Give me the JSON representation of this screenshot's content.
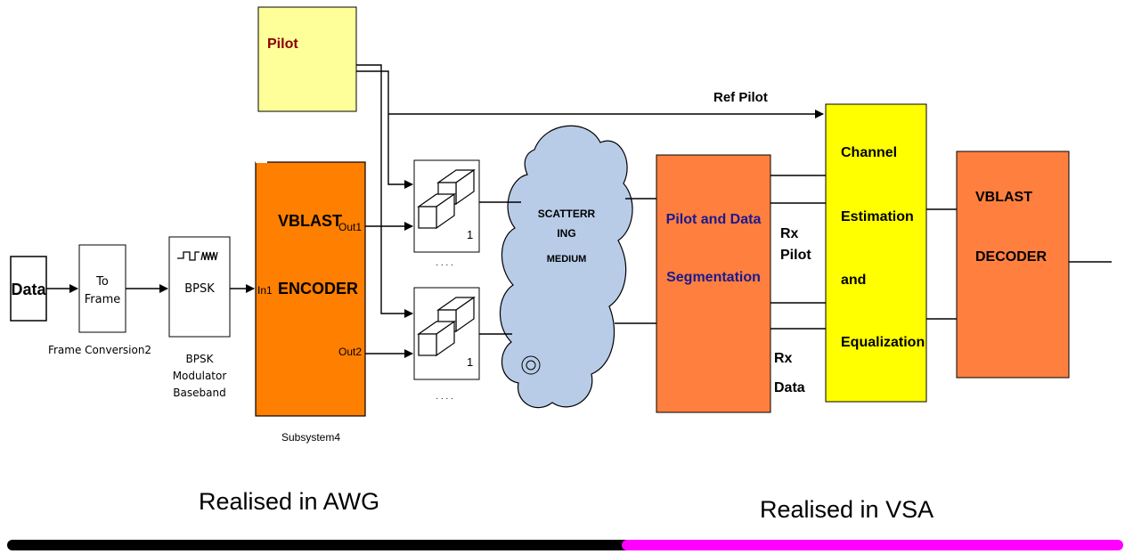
{
  "diagram": {
    "blocks": {
      "data": "Data",
      "to_frame_line1": "To",
      "to_frame_line2": "Frame",
      "to_frame_caption": "Frame Conversion2",
      "bpsk_inner": "BPSK",
      "bpsk_caption_line1": "BPSK",
      "bpsk_caption_line2": "Modulator",
      "bpsk_caption_line3": "Baseband",
      "encoder_title": "VBLAST",
      "encoder_subtitle": "ENCODER",
      "encoder_in1": "In1",
      "encoder_out1": "Out1",
      "encoder_out2": "Out2",
      "encoder_caption": "Subsystem4",
      "pilot": "Pilot",
      "concat_port_top": "1",
      "concat_port_bottom": "1",
      "concat_caption_top": ". . . .",
      "concat_caption_bottom": ". . . .",
      "scatter_line1": "SCATTERR",
      "scatter_line2": "ING",
      "scatter_line3": "MEDIUM",
      "segmentation_line1": "Pilot and Data",
      "segmentation_line2": "Segmentation",
      "rx_pilot_line1": "Rx",
      "rx_pilot_line2": "Pilot",
      "rx_data_line1": "Rx",
      "rx_data_line2": "Data",
      "channel_line1": "Channel",
      "channel_line2": "Estimation",
      "channel_line3": "and",
      "channel_line4": "Equalization",
      "decoder_line1": "VBLAST",
      "decoder_line2": "DECODER",
      "ref_pilot": "Ref Pilot"
    },
    "sections": {
      "awg": "Realised in AWG",
      "vsa": "Realised in VSA"
    },
    "colors": {
      "encoder": "#ff7f00",
      "pilot": "#ffff99",
      "cloud": "#b8cce8",
      "segmentation": "#ff7f3f",
      "channel": "#ffff00",
      "decoder": "#ff7f3f",
      "awg_bar": "#000000",
      "vsa_bar": "#ff00ff",
      "pilot_text": "#8b0000",
      "segmentation_text": "#1a1a8c"
    }
  }
}
